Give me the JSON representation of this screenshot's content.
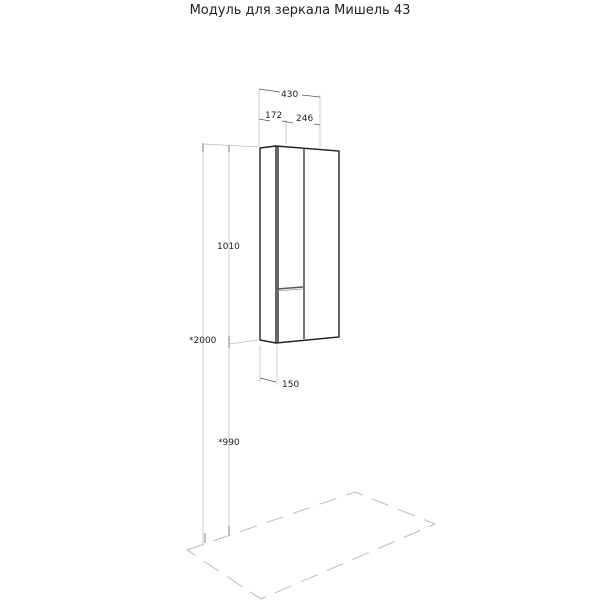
{
  "title": "Модуль для зеркала Мишель 43",
  "dimensions": {
    "total_width": "430",
    "left_door_width": "172",
    "right_door_width": "246",
    "height": "1010",
    "mount_height": "*2000",
    "depth": "150",
    "floor_to_bottom": "*990"
  }
}
